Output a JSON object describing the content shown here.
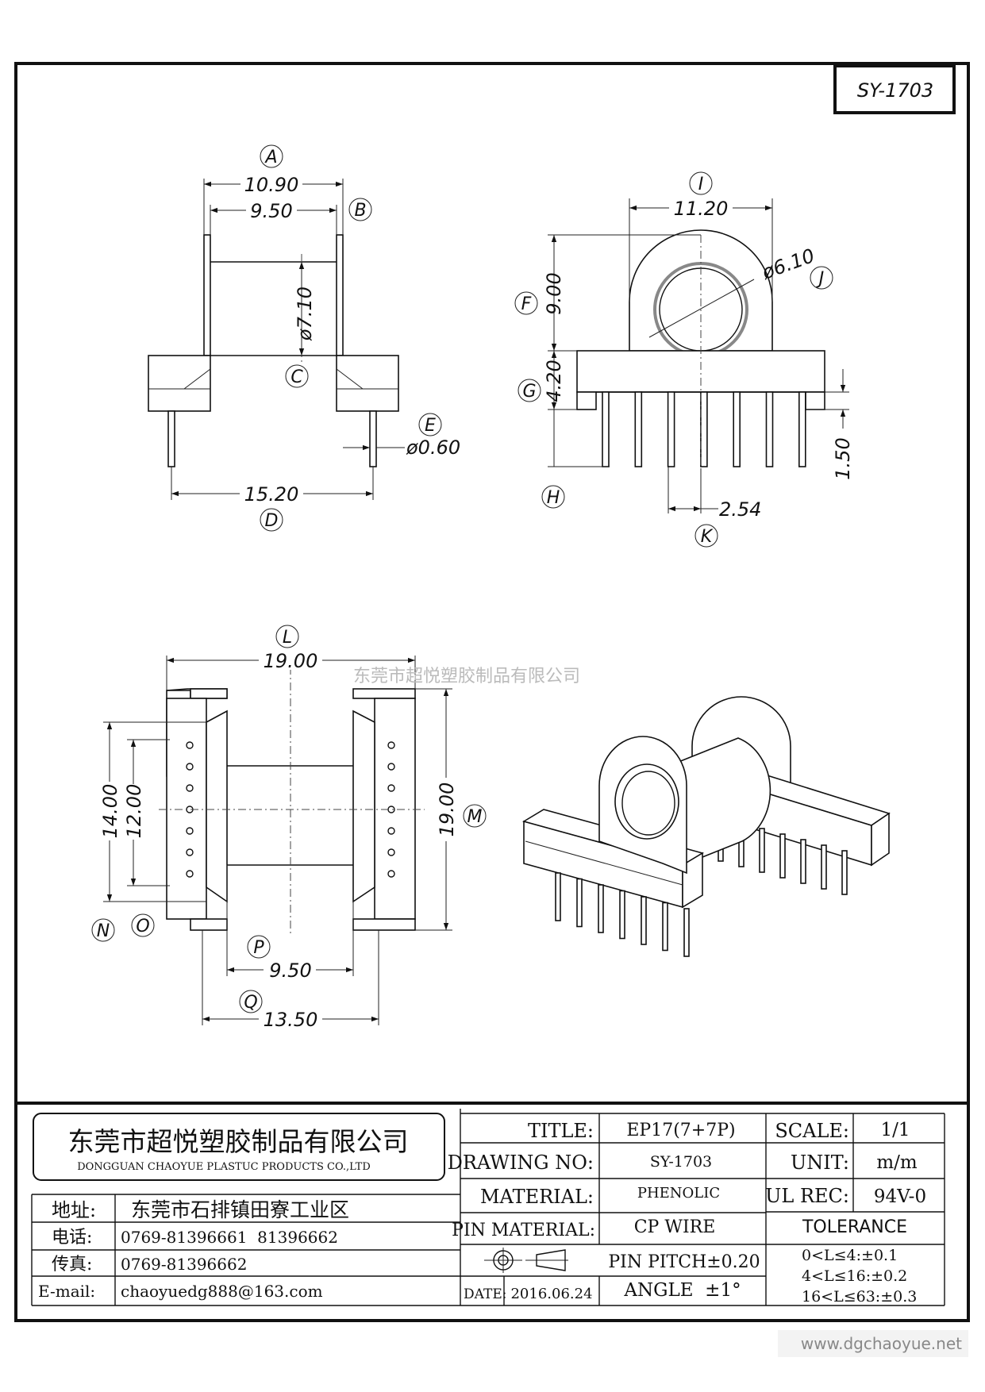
{
  "drawing_code": "SY-1703",
  "watermark": "东莞市超悦塑胶制品有限公司",
  "website": "www.dgchaoyue.net",
  "views": {
    "side": {
      "labels": {
        "A": "A",
        "B": "B",
        "C": "C",
        "D": "D",
        "E": "E"
      },
      "dims": {
        "A": "10.90",
        "B": "9.50",
        "C": "ø7.10",
        "D": "15.20",
        "E": "ø0.60"
      }
    },
    "front": {
      "labels": {
        "F": "F",
        "G": "G",
        "H": "H",
        "I": "I",
        "J": "J",
        "K": "K"
      },
      "dims": {
        "I": "11.20",
        "J": "ø6.10",
        "F": "9.00",
        "G": "4.20",
        "H": "1.50",
        "K": "2.54"
      }
    },
    "top": {
      "labels": {
        "L": "L",
        "M": "M",
        "N": "N",
        "O": "O",
        "P": "P",
        "Q": "Q"
      },
      "dims": {
        "L": "19.00",
        "M": "19.00",
        "N": "14.00",
        "O": "12.00",
        "P": "9.50",
        "Q": "13.50"
      }
    }
  },
  "title_block": {
    "company_cn": "东莞市超悦塑胶制品有限公司",
    "company_en": "DONGGUAN CHAOYUE PLASTUC PRODUCTS CO.,LTD",
    "address_label": "地址:",
    "address": "东莞市石排镇田寮工业区",
    "phone_label": "电话:",
    "phone": "0769-81396661  81396662",
    "fax_label": "传真:",
    "fax": "0769-81396662",
    "email_label": "E-mail:",
    "email": "chaoyuedg888@163.com",
    "title_label": "TITLE:",
    "title": "EP17(7+7P)",
    "drawing_no_label": "DRAWING NO:",
    "drawing_no": "SY-1703",
    "material_label": "MATERIAL:",
    "material": "PHENOLIC",
    "pin_material_label": "PIN MATERIAL:",
    "pin_material": "CP WIRE",
    "pin_pitch": "PIN PITCH±0.20",
    "date_label": "DATE:",
    "date": "2016.06.24",
    "angle": "ANGLE  ±1°",
    "scale_label": "SCALE:",
    "scale": "1/1",
    "unit_label": "UNIT:",
    "unit": "m/m",
    "ul_rec_label": "UL REC:",
    "ul_rec": "94V-0",
    "tolerance_label": "TOLERANCE",
    "tol_1": "0<L≤4:±0.1",
    "tol_2": "4<L≤16:±0.2",
    "tol_3": "16<L≤63:±0.3"
  }
}
